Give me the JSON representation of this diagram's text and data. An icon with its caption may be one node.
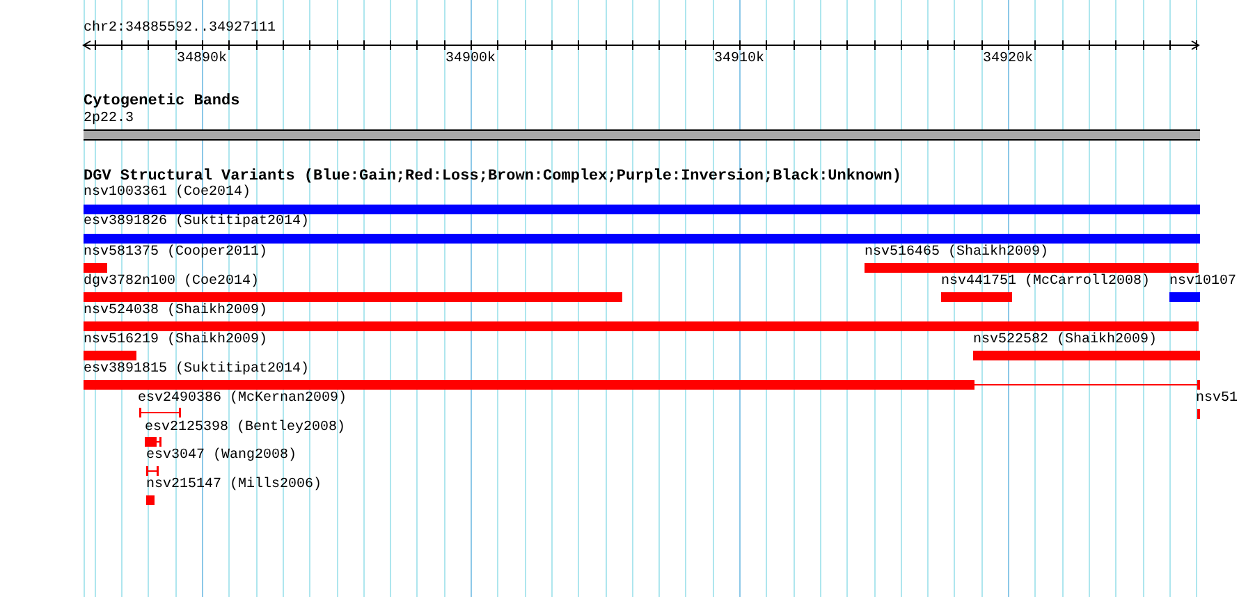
{
  "diagram": {
    "nodes": [
      {
        "text": [
          "2p22.3"
        ]
      },
      {
        "text": [
          "nsv1003361 (Coe2014)"
        ]
      },
      {
        "text": [
          "esv3891826 (Suktitipat2014)"
        ]
      },
      {
        "text": [
          "nsv581375 (Cooper2011)"
        ]
      },
      {
        "text": [
          "nsv516465 (Shaikh2009)"
        ]
      },
      {
        "text": [
          "dgv3782n100 (Coe2014)"
        ]
      },
      {
        "text": [
          "nsv441751 (McCarroll2008)"
        ]
      },
      {
        "text": [
          "nsv10107"
        ]
      },
      {
        "text": [
          "nsv524038 (Shaikh2009)"
        ]
      },
      {
        "text": [
          "nsv516219 (Shaikh2009)"
        ]
      },
      {
        "text": [
          "nsv522582 (Shaikh2009)"
        ]
      },
      {
        "text": [
          "esv3891815 (Suktitipat2014)"
        ]
      },
      {
        "text": [
          "esv2490386 (McKernan2009)"
        ]
      },
      {
        "text": [
          "nsv51"
        ]
      },
      {
        "text": [
          "esv2125398 (Bentley2008)"
        ]
      },
      {
        "text": [
          "esv3047 (Wang2008)"
        ]
      },
      {
        "text": [
          "nsv215147 (Mills2006)"
        ]
      }
    ],
    "edges": [],
    "labels": [
      "chr2:34885592..34927111",
      "34890k",
      "34900k",
      "34910k",
      "34920k",
      "Cytogenetic Bands",
      "DGV Structural Variants (Blue:Gain;Red:Loss;Brown:Complex;Purple:Inversion;Black:Unknown)"
    ]
  }
}
